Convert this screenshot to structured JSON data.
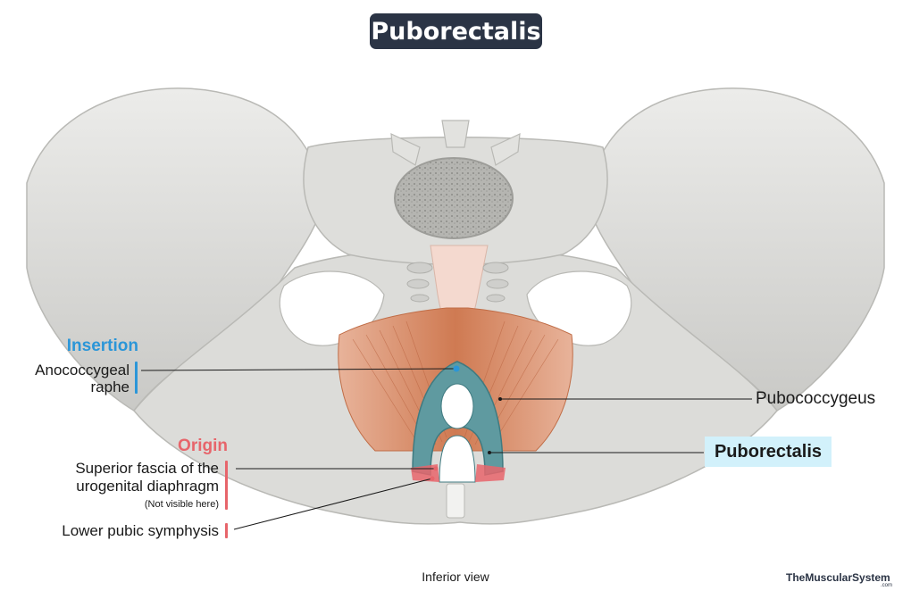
{
  "title": "Puborectalis",
  "insertion": {
    "heading": "Insertion",
    "items": [
      "Anococcygeal",
      "raphe"
    ]
  },
  "origin": {
    "heading": "Origin",
    "items": [
      "Superior fascia of the",
      "urogenital diaphragm"
    ],
    "note": "(Not visible here)",
    "item2": "Lower pubic symphysis"
  },
  "labels": {
    "pubococcygeus": "Pubococcygeus",
    "puborectalis": "Puborectalis"
  },
  "caption": "Inferior view",
  "brand": "TheMuscularSystem",
  "brand_suffix": ".com",
  "colors": {
    "title_bg": "#2b3445",
    "insertion": "#2b96d8",
    "origin": "#e7656b",
    "puborectalis_muscle": "#5f9aa0",
    "pubococcygeus_muscle": "#d4855e",
    "bone": "#d9d9d6",
    "highlight": "#d2f1fb"
  }
}
